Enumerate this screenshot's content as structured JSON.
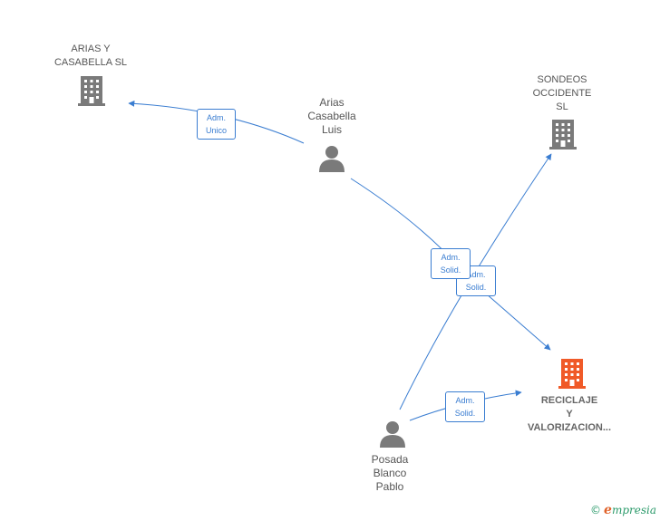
{
  "colors": {
    "edge": "#3a7dd1",
    "node_gray": "#7a7a7a",
    "node_highlight": "#f05a28"
  },
  "nodes": {
    "arias_casabella_sl": {
      "label": "ARIAS Y\nCASABELLA SL",
      "icon": "building-icon"
    },
    "arias_casabella_luis": {
      "label": "Arias\nCasabella\nLuis",
      "icon": "person-icon"
    },
    "sondeos_occidente": {
      "label": "SONDEOS\nOCCIDENTE\nSL",
      "icon": "building-icon"
    },
    "reciclaje": {
      "label": "RECICLAJE\nY\nVALORIZACION...",
      "icon": "building-icon"
    },
    "posada_blanco": {
      "label": "Posada\nBlanco\nPablo",
      "icon": "person-icon"
    }
  },
  "edges": {
    "e1": {
      "label": "Adm.\nUnico"
    },
    "e2": {
      "label": "Adm.\nSolid."
    },
    "e3": {
      "label": "Adm.\nSolid."
    },
    "e4": {
      "label": "Adm.\nSolid."
    }
  },
  "footer": {
    "copyright": "©",
    "brand_first": "e",
    "brand_rest": "mpresia"
  }
}
